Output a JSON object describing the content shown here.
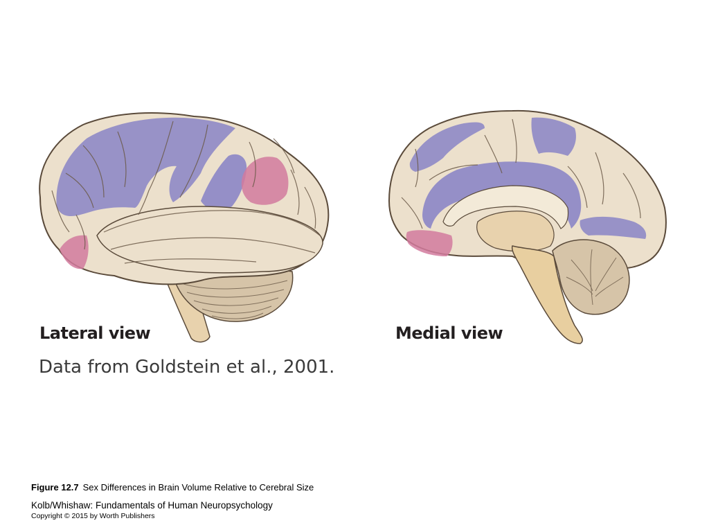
{
  "figure": {
    "panels": [
      {
        "id": "lateral",
        "label": "Lateral view"
      },
      {
        "id": "medial",
        "label": "Medial view"
      }
    ],
    "data_source": "Data from Goldstein et al., 2001."
  },
  "caption": {
    "figure_number": "Figure 12.7",
    "title": "Sex Differences in Brain Volume Relative to Cerebral Size"
  },
  "footer": {
    "book": "Kolb/Whishaw: Fundamentals of Human Neuropsychology",
    "copyright": "Copyright © 2015 by Worth Publishers"
  },
  "colors": {
    "tissue": "#ece0cc",
    "tissue_dark": "#d9c29e",
    "outline": "#5a4a3a",
    "purple_region": "#8c86c6",
    "pink_region": "#d27a9e",
    "cerebellum": "#c9b08a",
    "brainstem": "#e8cfa0"
  }
}
